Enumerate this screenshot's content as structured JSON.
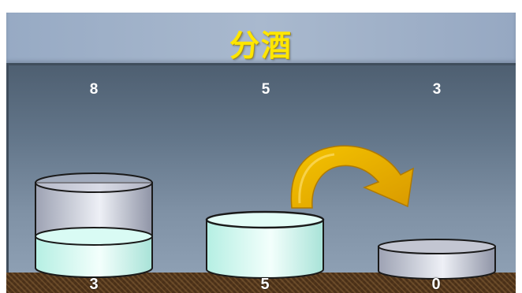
{
  "title": "分酒",
  "jugs": [
    {
      "capacity": "8",
      "amount": "3",
      "fill_fraction": 0.375
    },
    {
      "capacity": "5",
      "amount": "5",
      "fill_fraction": 1.0
    },
    {
      "capacity": "3",
      "amount": "0",
      "fill_fraction": 0.0
    }
  ],
  "pour": {
    "from": 2,
    "to": 3,
    "arrow_color": "#e8b000"
  },
  "colors": {
    "title_text": "#ffe600",
    "liquid": "#cdf7ef",
    "glass": "#c5c8d6"
  },
  "icons": {
    "pour_arrow": "curved-arrow-icon"
  }
}
